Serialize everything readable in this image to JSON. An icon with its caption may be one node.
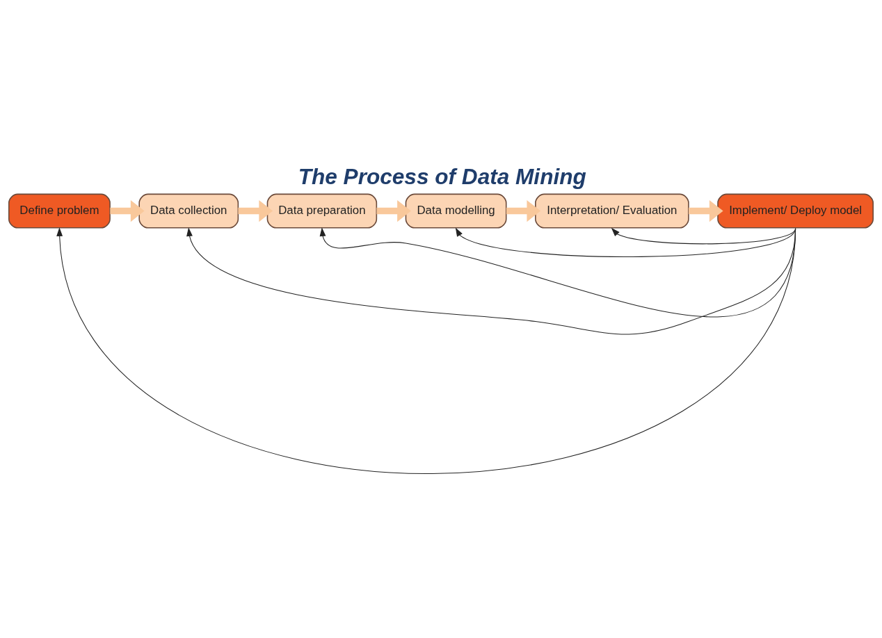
{
  "diagram": {
    "title": "The Process of Data Mining",
    "nodes": [
      {
        "text": [
          "Define problem"
        ]
      },
      {
        "text": [
          "Data collection"
        ]
      },
      {
        "text": [
          "Data preparation"
        ]
      },
      {
        "text": [
          "Data modelling"
        ]
      },
      {
        "text": [
          "Interpretation/ Evaluation"
        ]
      },
      {
        "text": [
          "Implement/ Deploy model"
        ]
      }
    ],
    "edges": [
      {
        "from": 0,
        "to": 1,
        "arrow": "to",
        "style": "thick",
        "color": "#f9c89b"
      },
      {
        "from": 1,
        "to": 2,
        "arrow": "to",
        "style": "thick",
        "color": "#f9c89b"
      },
      {
        "from": 2,
        "to": 3,
        "arrow": "to",
        "style": "thick",
        "color": "#f9c89b"
      },
      {
        "from": 3,
        "to": 4,
        "arrow": "to",
        "style": "thick",
        "color": "#f9c89b"
      },
      {
        "from": 4,
        "to": 5,
        "arrow": "to",
        "style": "thick",
        "color": "#f9c89b"
      },
      {
        "from": 5,
        "to": 0,
        "arrow": "to",
        "color": "#222222"
      },
      {
        "from": 5,
        "to": 1,
        "arrow": "to",
        "color": "#222222"
      },
      {
        "from": 5,
        "to": 2,
        "arrow": "to",
        "color": "#222222"
      },
      {
        "from": 5,
        "to": 3,
        "arrow": "to",
        "color": "#222222"
      },
      {
        "from": 5,
        "to": 4,
        "arrow": "to",
        "color": "#222222"
      }
    ]
  }
}
